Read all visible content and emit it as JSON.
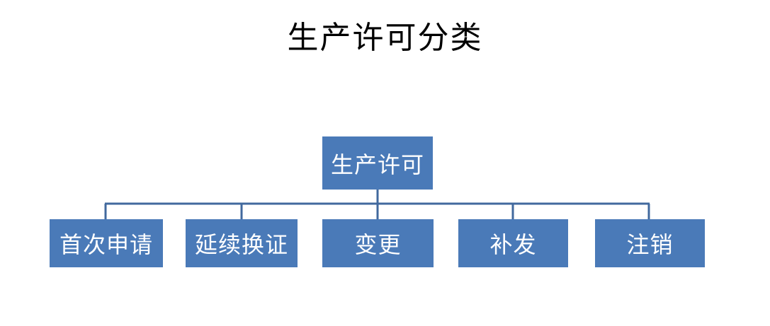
{
  "diagram": {
    "title": "生产许可分类",
    "type": "org-chart",
    "colors": {
      "node_fill": "#4a7ab8",
      "node_text": "#ffffff",
      "connector": "#41699e",
      "title_text": "#000000",
      "background": "#ffffff"
    },
    "root": {
      "id": "root",
      "label": "生产许可"
    },
    "children": [
      {
        "id": "leaf-0",
        "label": "首次申请"
      },
      {
        "id": "leaf-1",
        "label": "延续换证"
      },
      {
        "id": "leaf-2",
        "label": "变更"
      },
      {
        "id": "leaf-3",
        "label": "补发"
      },
      {
        "id": "leaf-4",
        "label": "注销"
      }
    ]
  }
}
